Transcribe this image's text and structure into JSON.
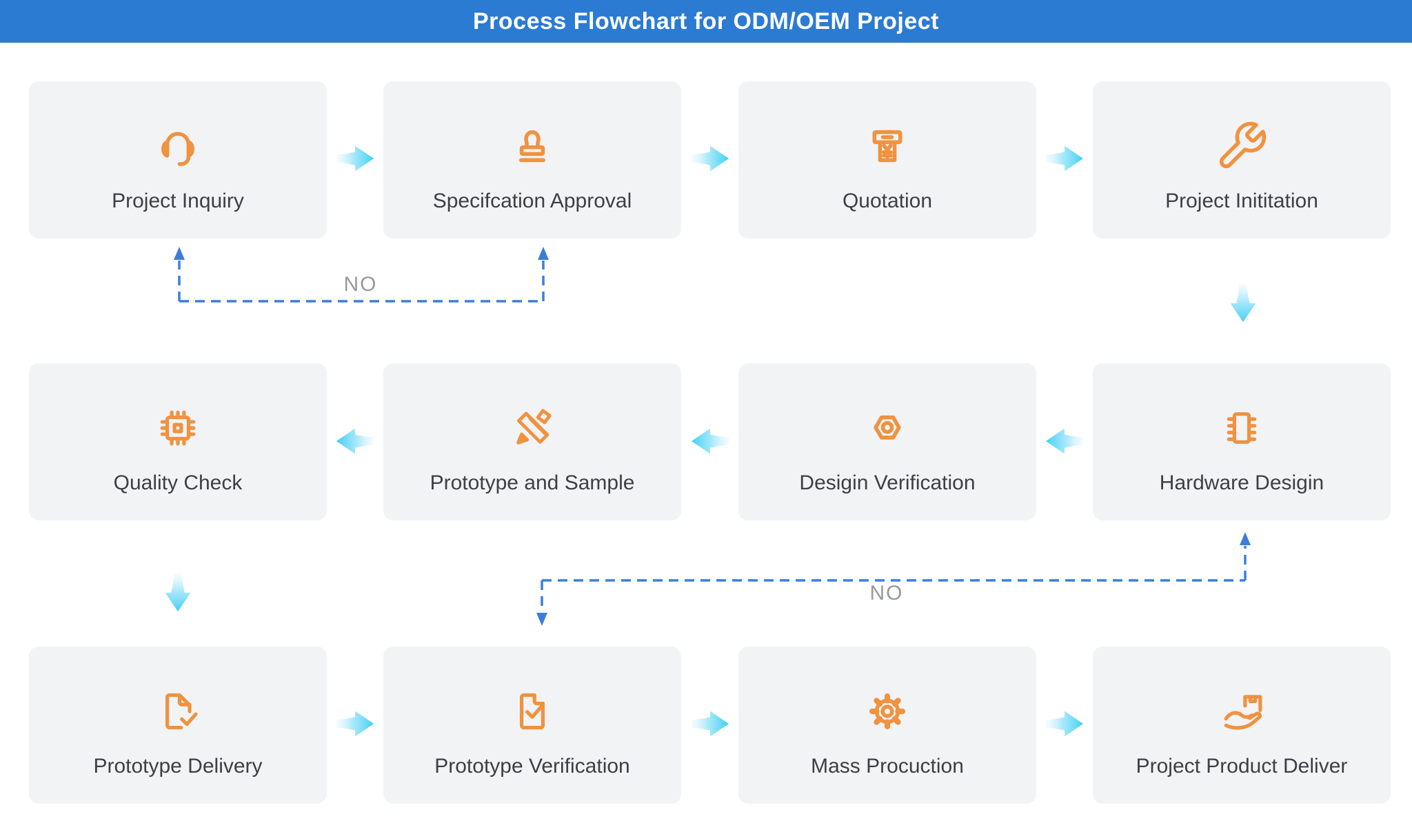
{
  "header": {
    "title": "Process Flowchart for ODM/OEM Project"
  },
  "colors": {
    "header_bg": "#2b7bd3",
    "card_bg": "#f2f3f5",
    "label_text": "#3b4046",
    "icon_orange": "#f0923f",
    "flow_arrow_cyan": "#3fd0f2",
    "dashed_connector_blue": "#3b7ed9",
    "no_label_gray": "#97999c"
  },
  "rows": [
    {
      "cards": [
        {
          "label": "Project Inquiry",
          "icon": "headset-icon"
        },
        {
          "label": "Specifcation Approval",
          "icon": "stamp-icon"
        },
        {
          "label": "Quotation",
          "icon": "cash-voucher-icon"
        },
        {
          "label": "Project Inititation",
          "icon": "wrench-icon"
        }
      ],
      "flow_direction": "right"
    },
    {
      "cards": [
        {
          "label": "Quality Check",
          "icon": "cpu-chip-icon"
        },
        {
          "label": "Prototype and Sample",
          "icon": "ruler-pencil-icon"
        },
        {
          "label": "Desigin Verification",
          "icon": "hex-nut-icon"
        },
        {
          "label": "Hardware Desigin",
          "icon": "ic-chip-icon"
        }
      ],
      "flow_direction": "left"
    },
    {
      "cards": [
        {
          "label": "Prototype Delivery",
          "icon": "document-check-icon"
        },
        {
          "label": "Prototype Verification",
          "icon": "document-check-inside-icon"
        },
        {
          "label": "Mass Procuction",
          "icon": "gear-icon"
        },
        {
          "label": "Project Product Deliver",
          "icon": "hand-box-icon"
        }
      ],
      "flow_direction": "right"
    }
  ],
  "connectors": {
    "no1": "NO",
    "no2": "NO"
  }
}
